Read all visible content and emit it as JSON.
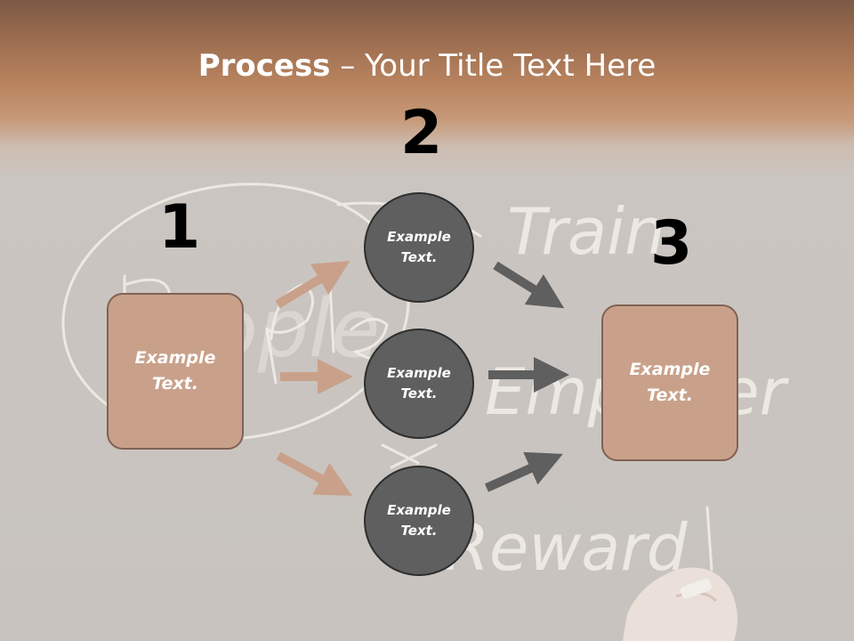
{
  "title": {
    "bold": "Process",
    "rest": " – Your Title Text Here"
  },
  "steps": [
    {
      "number": "1",
      "text": "Example Text."
    },
    {
      "number": "2",
      "text": "Example Text."
    },
    {
      "number": "3",
      "text": "Example Text."
    }
  ],
  "circles": [
    {
      "text": "Example Text."
    },
    {
      "text": "Example Text."
    },
    {
      "text": "Example Text."
    }
  ],
  "background_words": [
    "People",
    "Train",
    "Empower",
    "Reward"
  ],
  "colors": {
    "box_fill": "#c9a18a",
    "circle_fill": "#5f5f5f",
    "arrow_tan": "#c9a18a",
    "arrow_gray": "#5f5f5f"
  }
}
